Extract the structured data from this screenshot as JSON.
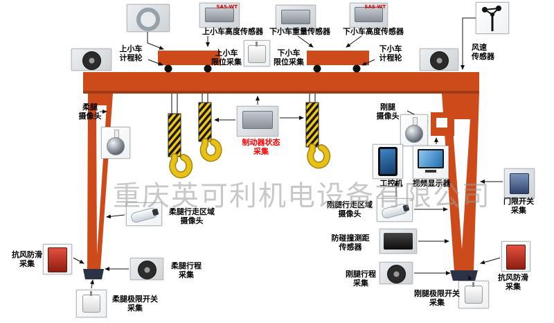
{
  "title": "gantry-crane-monitoring-diagram",
  "watermark": "重庆英可利机电设备有限公司",
  "colors": {
    "crane": "#cd4a1a",
    "hook": "#e8c117",
    "label_text": "#000000",
    "brake_label_text": "#ff0000",
    "watermark": "#9c9c9c"
  },
  "labels": {
    "upper_trolley_height_sensor": "上小车高度传感器",
    "lower_trolley_weight_sensor": "下小车重量传感器",
    "lower_trolley_height_sensor": "下小车高度传感器",
    "upper_trolley_odometer": "上小车\n计程轮",
    "lower_trolley_odometer": "下小车\n计程轮",
    "upper_trolley_limit": "上小车\n限位采集",
    "lower_trolley_limit": "下小车\n限位采集",
    "wind_sensor": "风速\n传感器",
    "flexible_leg_camera": "柔腿\n摄像头",
    "rigid_leg_camera": "刚腿\n摄像头",
    "brake_status": "制动器状态\n采集",
    "industrial_pc": "工控机",
    "video_display": "视频显示器",
    "door_limit": "门限开关\n采集",
    "flexible_leg_area_camera": "柔腿行走区域\n摄像头",
    "rigid_leg_area_camera": "刚腿行走区域\n摄像头",
    "anti_collision": "防碰撞测距\n传感器",
    "anti_wind_slip_left": "抗风防滑\n采集",
    "anti_wind_slip_right": "抗风防滑\n采集",
    "flexible_leg_travel": "柔腿行程\n采集",
    "rigid_leg_travel": "刚腿行程\n采集",
    "flexible_leg_limit": "柔腿极限开关\n采集",
    "rigid_leg_limit": "刚腿极限开关\n采集",
    "sensor_mark": "SAS-WT"
  }
}
